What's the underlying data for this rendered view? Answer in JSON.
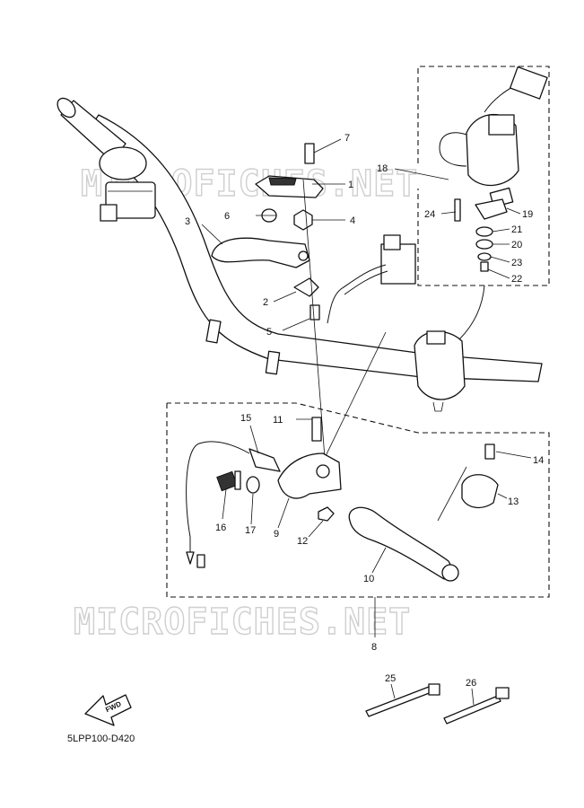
{
  "watermark": "MICROFICHES.NET",
  "diagram_code": "5LPP100-D420",
  "fwd_label": "FWD",
  "callouts": [
    "1",
    "2",
    "3",
    "4",
    "5",
    "6",
    "7",
    "8",
    "9",
    "10",
    "11",
    "12",
    "13",
    "14",
    "15",
    "16",
    "17",
    "18",
    "19",
    "20",
    "21",
    "22",
    "23",
    "24",
    "25",
    "26"
  ]
}
